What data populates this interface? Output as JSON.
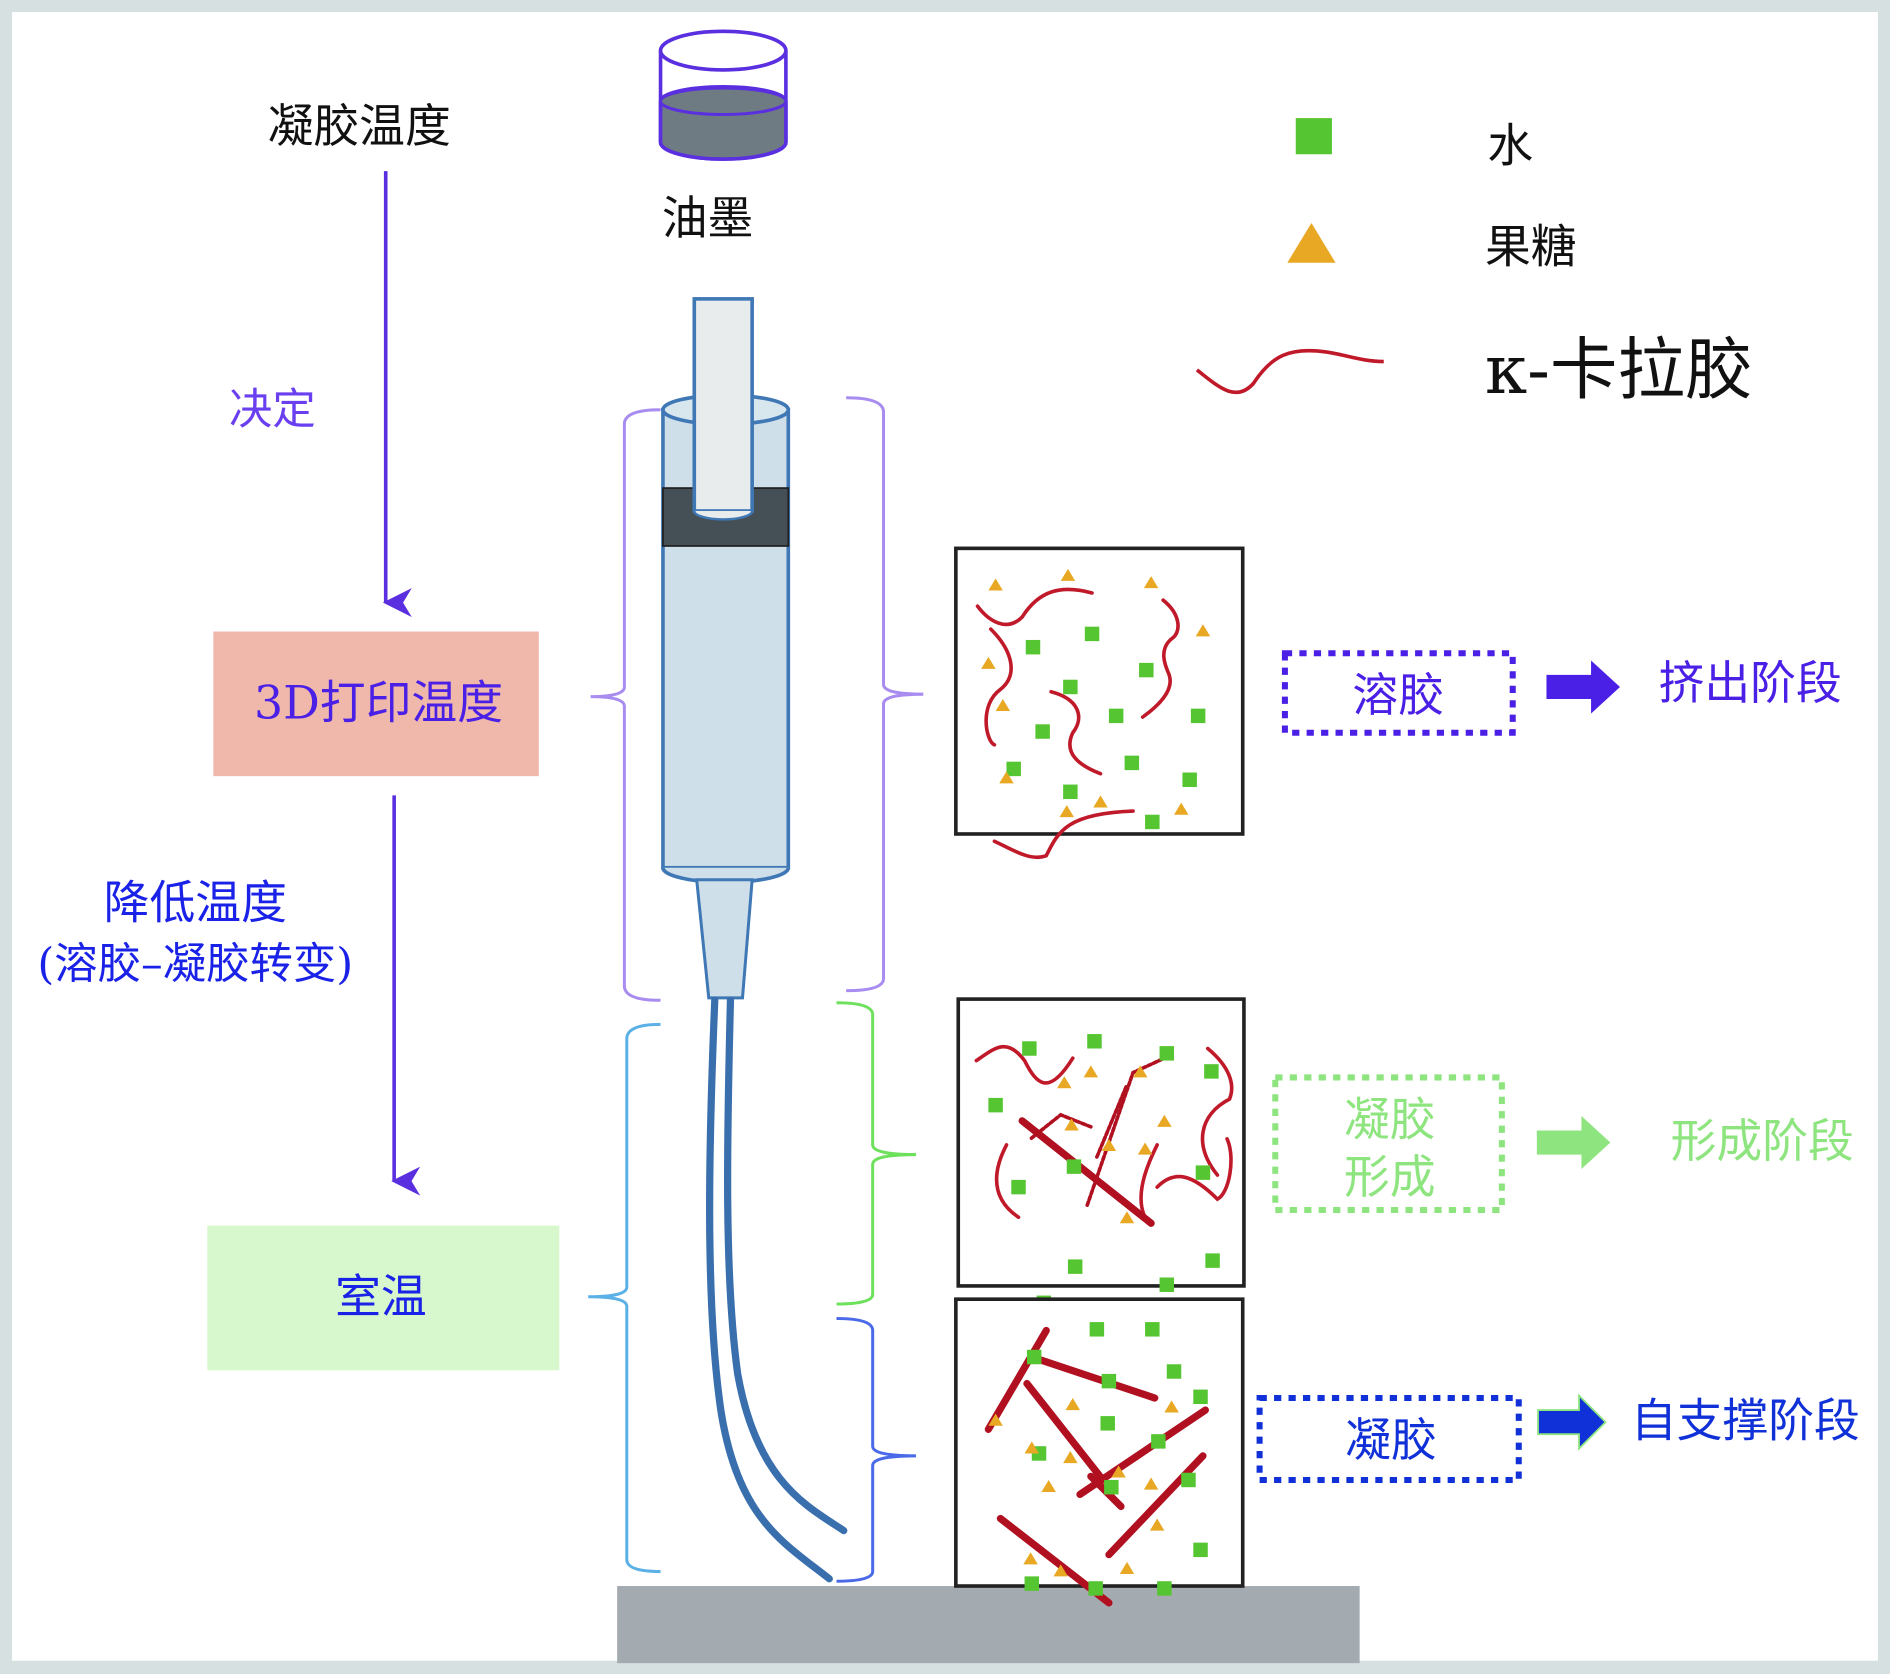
{
  "flow": {
    "gel_temperature": "凝胶温度",
    "determines": "决定",
    "print_temperature": "3D打印温度",
    "lower_temperature_line1": "降低温度",
    "lower_temperature_line2": "(溶胶–凝胶转变)",
    "room_temperature": "室温"
  },
  "ink": {
    "label": "油墨"
  },
  "legend": {
    "items": [
      {
        "label": "水",
        "symbol": "green-square"
      },
      {
        "label": "果糖",
        "symbol": "orange-triangle"
      },
      {
        "label": "κ-卡拉胶",
        "symbol": "red-curve"
      }
    ]
  },
  "stages": [
    {
      "state": "溶胶",
      "stage": "挤出阶段",
      "color": "#4a1fe6"
    },
    {
      "state_line1": "凝胶",
      "state_line2": "形成",
      "stage": "形成阶段",
      "color": "#8ee57f"
    },
    {
      "state": "凝胶",
      "stage": "自支撑阶段",
      "color": "#1030d8"
    }
  ],
  "colors": {
    "flow_arrow": "#5a2fe0",
    "print_temp_box": "#f0b8aa",
    "room_temp_box": "#d6f8cc",
    "water": "#55c531",
    "fructose": "#e8a823",
    "carrageenan": "#c01a2a",
    "substrate": "#a4abb0"
  }
}
